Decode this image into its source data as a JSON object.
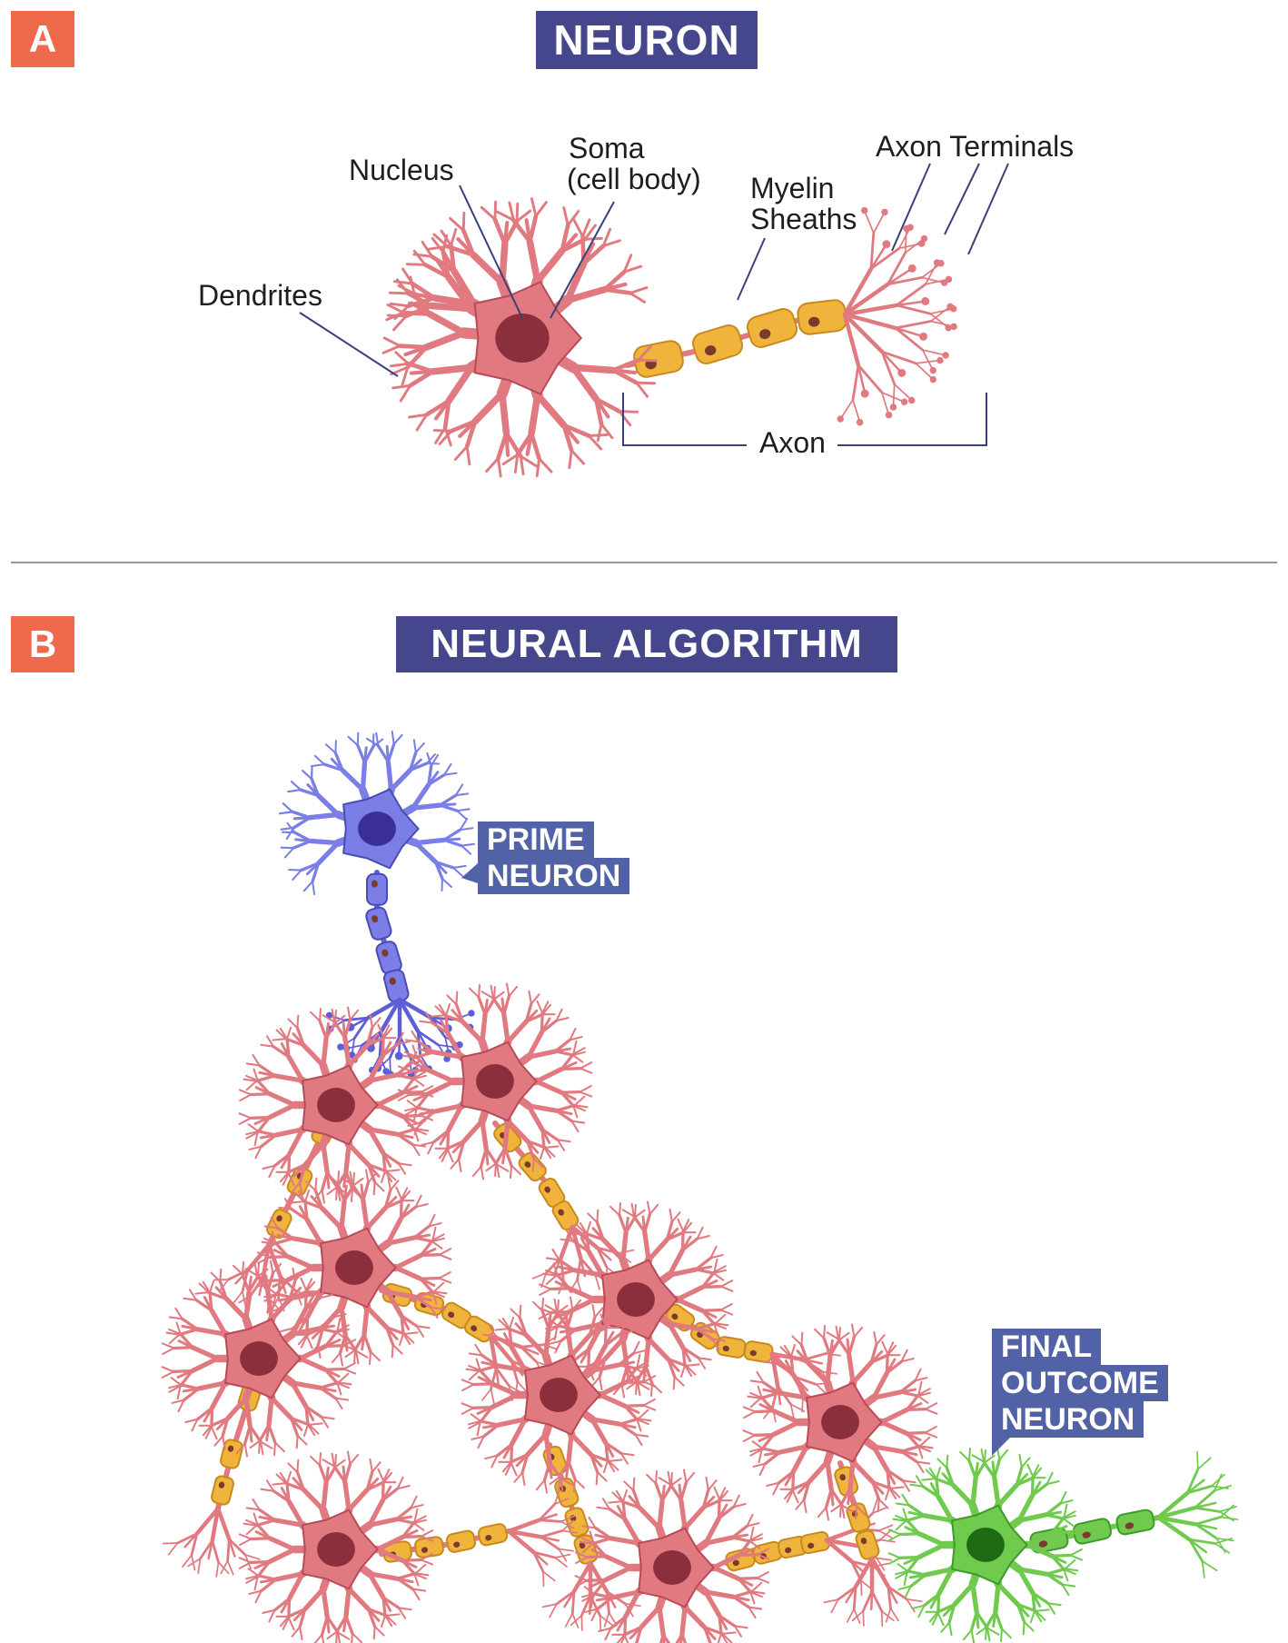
{
  "panel_a": {
    "badge": "A",
    "title": "NEURON",
    "labels": {
      "nucleus": "Nucleus",
      "soma_1": "Soma",
      "soma_2": "(cell body)",
      "myelin_1": "Myelin",
      "myelin_2": "Sheaths",
      "axon_terminals": "Axon Terminals",
      "dendrites": "Dendrites",
      "axon": "Axon"
    }
  },
  "panel_b": {
    "badge": "B",
    "title": "NEURAL ALGORITHM",
    "prime": [
      "PRIME",
      "NEURON"
    ],
    "final": [
      "FINAL",
      "OUTCOME",
      "NEURON"
    ]
  },
  "colors": {
    "badge": "#ef6a4c",
    "title_bg": "#46468c",
    "callout_bg": "#5162a6",
    "neuron_red": "#e07a80",
    "neuron_red_stroke": "#b94a57",
    "nucleus_red": "#8c2f3d",
    "myelin": "#f0b43c",
    "myelin_stroke": "#c88a1c",
    "prime_blue": "#5d5ed8",
    "final_green": "#6fca4e",
    "label_line": "#3b3f7a"
  }
}
